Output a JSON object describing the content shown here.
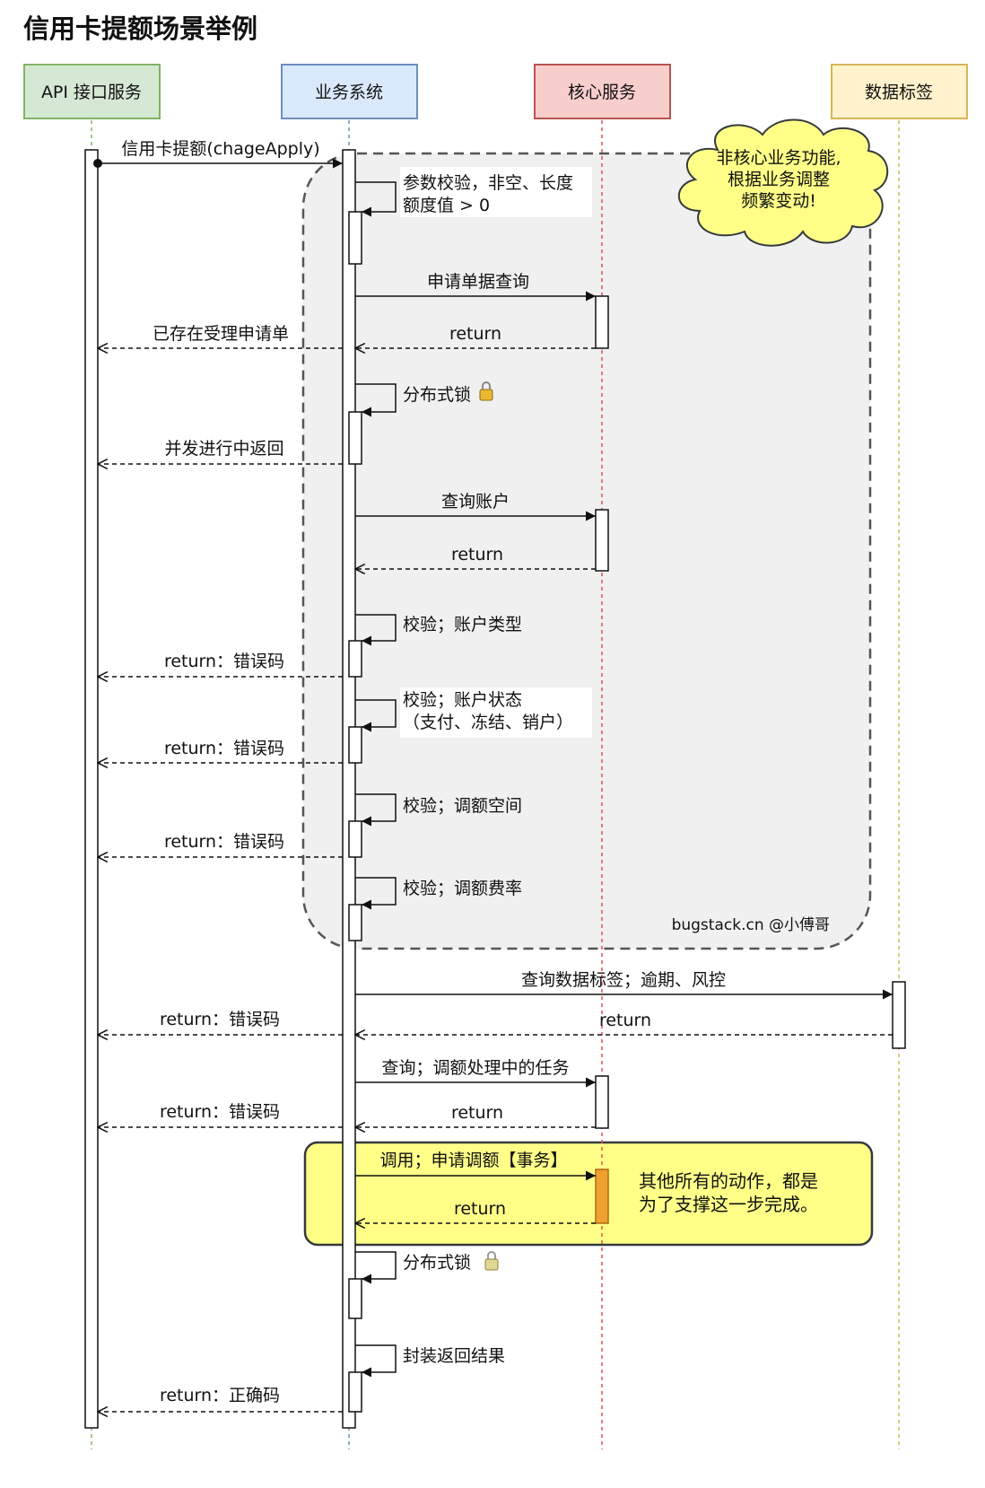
{
  "title": "信用卡提额场景举例",
  "participants": [
    {
      "id": "api",
      "label": "API 接口服务",
      "fill": "#d5e8d4",
      "stroke": "#82b366",
      "line": "#82b366"
    },
    {
      "id": "biz",
      "label": "业务系统",
      "fill": "#dae8fc",
      "stroke": "#6c8ebf",
      "line": "#6c8ebf"
    },
    {
      "id": "core",
      "label": "核心服务",
      "fill": "#f8cecc",
      "stroke": "#b85450",
      "line": "#e05050"
    },
    {
      "id": "tag",
      "label": "数据标签",
      "fill": "#fff2cc",
      "stroke": "#d6b656",
      "line": "#d6b656"
    }
  ],
  "cloud": {
    "lines": [
      "非核心业务功能,",
      "根据业务调整",
      "频繁变动!"
    ],
    "fill": "#ffff88"
  },
  "watermark": "bugstack.cn @小傅哥",
  "highlight_note": {
    "lines": [
      "其他所有的动作，都是",
      "为了支撑这一步完成。"
    ],
    "fill": "#ffff88",
    "stroke": "#36393d"
  },
  "messages": {
    "start": "信用卡提额(chageApply)",
    "self_param": [
      "参数校验，非空、长度",
      "额度值 > 0"
    ],
    "query_order": "申请单据查询",
    "return_order": "return",
    "existing": "已存在受理申请单",
    "self_lock1": "分布式锁",
    "concurrent": "并发进行中返回",
    "query_account": "查询账户",
    "return_account": "return",
    "self_type": "校验；账户类型",
    "err_type": "return：错误码",
    "self_status": [
      "校验；账户状态",
      "（支付、冻结、销户）"
    ],
    "err_status": "return：错误码",
    "self_space": "校验；调额空间",
    "err_space": "return：错误码",
    "self_rate": "校验；调额费率",
    "query_tag": "查询数据标签；逾期、风控",
    "return_tag": "return",
    "err_tag": "return：错误码",
    "query_task": "查询；调额处理中的任务",
    "return_task": "return",
    "err_task": "return：错误码",
    "call_apply": "调用；申请调额【事务】",
    "return_apply": "return",
    "self_lock2": "分布式锁",
    "self_pack": "封装返回结果",
    "ok": "return：正确码"
  },
  "colors": {
    "activation_highlight": "#f0a030",
    "group_fill": "#f0f0f0",
    "group_stroke": "#555555"
  }
}
